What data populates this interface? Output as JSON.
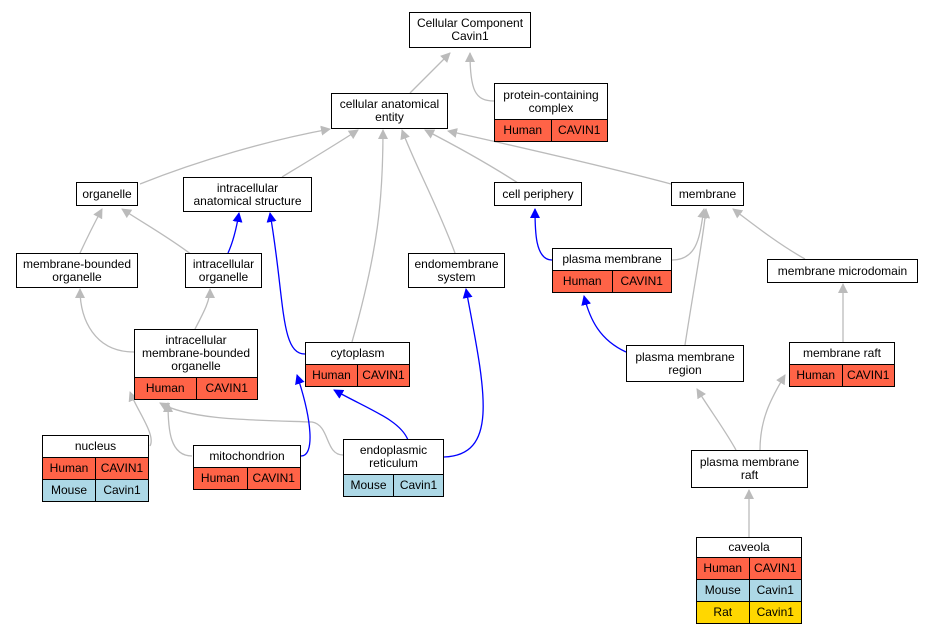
{
  "colors": {
    "Human": "#ff6347",
    "Mouse": "#add8e6",
    "Rat": "#ffd700",
    "edge_gray": "#bbbbbb",
    "edge_blue": "#0000ff"
  },
  "nodes": {
    "root": {
      "title": "Cellular Component\nCavin1",
      "rows": []
    },
    "cae": {
      "title": "cellular anatomical\nentity",
      "rows": []
    },
    "pcc": {
      "title": "protein-containing\ncomplex",
      "rows": [
        {
          "species": "Human",
          "gene": "CAVIN1"
        }
      ]
    },
    "organelle": {
      "title": "organelle",
      "rows": []
    },
    "ias": {
      "title": "intracellular\nanatomical structure",
      "rows": []
    },
    "cellper": {
      "title": "cell periphery",
      "rows": []
    },
    "membrane": {
      "title": "membrane",
      "rows": []
    },
    "mbo": {
      "title": "membrane-bounded\norganelle",
      "rows": []
    },
    "io": {
      "title": "intracellular\norganelle",
      "rows": []
    },
    "endo": {
      "title": "endomembrane\nsystem",
      "rows": []
    },
    "pm": {
      "title": "plasma membrane",
      "rows": [
        {
          "species": "Human",
          "gene": "CAVIN1"
        }
      ]
    },
    "memmicro": {
      "title": "membrane microdomain",
      "rows": []
    },
    "imbo": {
      "title": "intracellular\nmembrane-bounded\norganelle",
      "rows": [
        {
          "species": "Human",
          "gene": "CAVIN1"
        }
      ]
    },
    "cyto": {
      "title": "cytoplasm",
      "rows": [
        {
          "species": "Human",
          "gene": "CAVIN1"
        }
      ]
    },
    "pmr": {
      "title": "plasma membrane\nregion",
      "rows": []
    },
    "memraft": {
      "title": "membrane raft",
      "rows": [
        {
          "species": "Human",
          "gene": "CAVIN1"
        }
      ]
    },
    "nucleus": {
      "title": "nucleus",
      "rows": [
        {
          "species": "Human",
          "gene": "CAVIN1"
        },
        {
          "species": "Mouse",
          "gene": "Cavin1"
        }
      ]
    },
    "mito": {
      "title": "mitochondrion",
      "rows": [
        {
          "species": "Human",
          "gene": "CAVIN1"
        }
      ]
    },
    "er": {
      "title": "endoplasmic\nreticulum",
      "rows": [
        {
          "species": "Mouse",
          "gene": "Cavin1"
        }
      ]
    },
    "pmraft": {
      "title": "plasma membrane\nraft",
      "rows": []
    },
    "caveola": {
      "title": "caveola",
      "rows": [
        {
          "species": "Human",
          "gene": "CAVIN1"
        },
        {
          "species": "Mouse",
          "gene": "Cavin1"
        },
        {
          "species": "Rat",
          "gene": "Cavin1"
        }
      ]
    }
  }
}
